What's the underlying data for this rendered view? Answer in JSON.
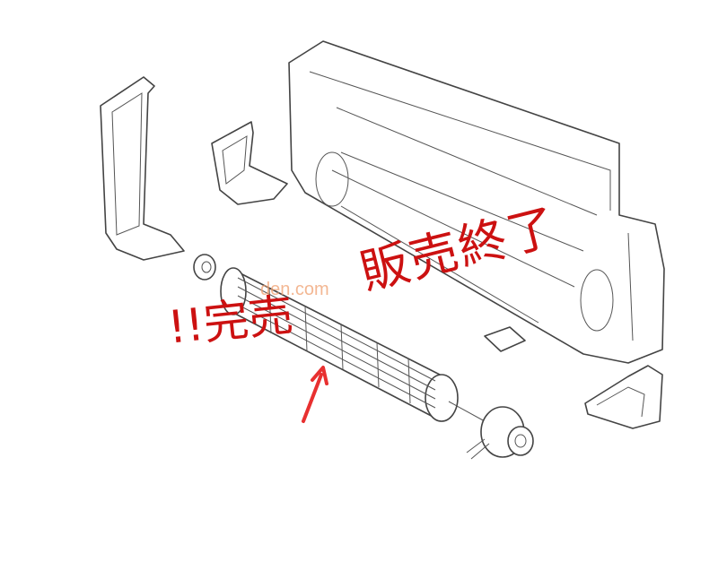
{
  "overlay": {
    "sold_out": "!!完売",
    "discontinued": "販売終了",
    "watermark": "den.com"
  },
  "colors": {
    "stamp": "#cc1111",
    "watermark": "#f0a070",
    "line": "#444444"
  }
}
